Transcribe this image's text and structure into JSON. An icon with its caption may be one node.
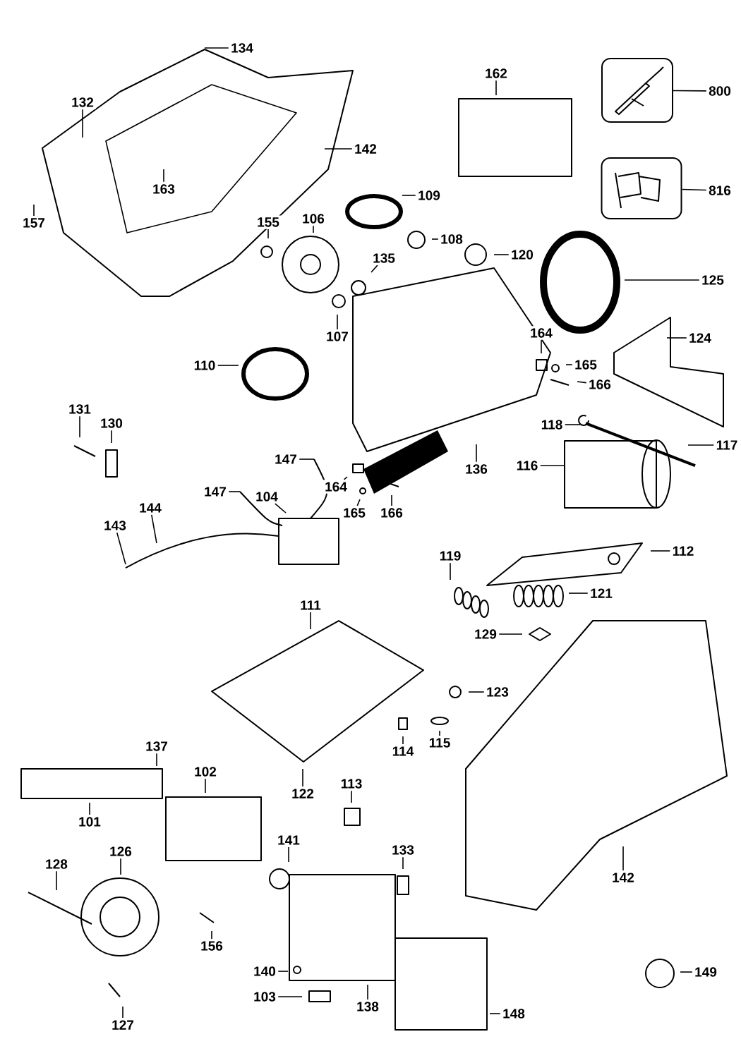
{
  "diagram": {
    "nodes": [
      {
        "text": [
          "134"
        ]
      },
      {
        "text": [
          "132"
        ]
      },
      {
        "text": [
          "162"
        ]
      },
      {
        "text": [
          "800"
        ]
      },
      {
        "text": [],
        "shape": "picture"
      },
      {
        "text": [
          "142"
        ]
      },
      {
        "text": [
          "816"
        ]
      },
      {
        "text": [],
        "shape": "picture"
      },
      {
        "text": [
          "163"
        ]
      },
      {
        "text": [
          "109"
        ]
      },
      {
        "text": [
          "157"
        ]
      },
      {
        "text": [
          "106"
        ]
      },
      {
        "text": [
          "155"
        ]
      },
      {
        "text": [
          "108"
        ]
      },
      {
        "text": [
          "120"
        ]
      },
      {
        "text": [
          "135"
        ]
      },
      {
        "text": [
          "125"
        ]
      },
      {
        "text": [
          "107"
        ]
      },
      {
        "text": [
          "164"
        ]
      },
      {
        "text": [
          "124"
        ]
      },
      {
        "text": [
          "165"
        ]
      },
      {
        "text": [
          "110"
        ]
      },
      {
        "text": [
          "166"
        ]
      },
      {
        "text": [
          "131"
        ]
      },
      {
        "text": [
          "130"
        ]
      },
      {
        "text": [
          "118"
        ]
      },
      {
        "text": [
          "117"
        ]
      },
      {
        "text": [
          "147"
        ]
      },
      {
        "text": [
          "136"
        ]
      },
      {
        "text": [
          "116"
        ]
      },
      {
        "text": [
          "164"
        ]
      },
      {
        "text": [
          "147"
        ]
      },
      {
        "text": [
          "104"
        ]
      },
      {
        "text": [
          "143"
        ]
      },
      {
        "text": [
          "144"
        ]
      },
      {
        "text": [
          "165"
        ]
      },
      {
        "text": [
          "166"
        ]
      },
      {
        "text": [
          "112"
        ]
      },
      {
        "text": [
          "119"
        ]
      },
      {
        "text": [
          "121"
        ]
      },
      {
        "text": [
          "111"
        ]
      },
      {
        "text": [
          "129"
        ]
      },
      {
        "text": [
          "123"
        ]
      },
      {
        "text": [
          "115"
        ]
      },
      {
        "text": [
          "137"
        ]
      },
      {
        "text": [
          "114"
        ]
      },
      {
        "text": [
          "102"
        ]
      },
      {
        "text": [
          "113"
        ]
      },
      {
        "text": [
          "122"
        ]
      },
      {
        "text": [
          "101"
        ]
      },
      {
        "text": [
          "141"
        ]
      },
      {
        "text": [
          "133"
        ]
      },
      {
        "text": [
          "126"
        ]
      },
      {
        "text": [
          "128"
        ]
      },
      {
        "text": [
          "142"
        ]
      },
      {
        "text": [
          "156"
        ]
      },
      {
        "text": [
          "140"
        ]
      },
      {
        "text": [
          "149"
        ]
      },
      {
        "text": [
          "103"
        ]
      },
      {
        "text": [
          "138"
        ]
      },
      {
        "text": [
          "148"
        ]
      },
      {
        "text": [
          "127"
        ]
      }
    ],
    "edges": [
      {
        "from": 0,
        "to": null,
        "arrow": "none"
      },
      {
        "from": 1,
        "to": null,
        "arrow": "none"
      },
      {
        "from": 2,
        "to": null,
        "arrow": "none"
      },
      {
        "from": 3,
        "to": 4,
        "arrow": "none"
      },
      {
        "from": 5,
        "to": null,
        "arrow": "none"
      },
      {
        "from": 6,
        "to": 7,
        "arrow": "none"
      },
      {
        "from": 8,
        "to": null,
        "arrow": "none"
      },
      {
        "from": 9,
        "to": null,
        "arrow": "none"
      },
      {
        "from": 10,
        "to": null,
        "arrow": "none"
      },
      {
        "from": 11,
        "to": null,
        "arrow": "none"
      },
      {
        "from": 12,
        "to": null,
        "arrow": "none"
      },
      {
        "from": 13,
        "to": null,
        "arrow": "none"
      },
      {
        "from": 14,
        "to": null,
        "arrow": "none"
      },
      {
        "from": 15,
        "to": null,
        "arrow": "none"
      },
      {
        "from": 16,
        "to": null,
        "arrow": "none"
      },
      {
        "from": 17,
        "to": null,
        "arrow": "none"
      },
      {
        "from": 18,
        "to": null,
        "arrow": "none"
      },
      {
        "from": 19,
        "to": null,
        "arrow": "none"
      },
      {
        "from": 20,
        "to": null,
        "arrow": "none"
      },
      {
        "from": 21,
        "to": null,
        "arrow": "none"
      },
      {
        "from": 22,
        "to": null,
        "arrow": "none"
      },
      {
        "from": 23,
        "to": null,
        "arrow": "none"
      },
      {
        "from": 24,
        "to": null,
        "arrow": "none"
      },
      {
        "from": 25,
        "to": null,
        "arrow": "none"
      },
      {
        "from": 26,
        "to": null,
        "arrow": "none"
      },
      {
        "from": 27,
        "to": null,
        "arrow": "none"
      },
      {
        "from": 28,
        "to": null,
        "arrow": "none"
      },
      {
        "from": 29,
        "to": null,
        "arrow": "none"
      },
      {
        "from": 30,
        "to": null,
        "arrow": "none"
      },
      {
        "from": 31,
        "to": null,
        "arrow": "none"
      },
      {
        "from": 32,
        "to": null,
        "arrow": "none"
      },
      {
        "from": 33,
        "to": null,
        "arrow": "none"
      },
      {
        "from": 34,
        "to": null,
        "arrow": "none"
      },
      {
        "from": 35,
        "to": null,
        "arrow": "none"
      },
      {
        "from": 36,
        "to": null,
        "arrow": "none"
      },
      {
        "from": 37,
        "to": null,
        "arrow": "none"
      },
      {
        "from": 38,
        "to": null,
        "arrow": "none"
      },
      {
        "from": 39,
        "to": null,
        "arrow": "none"
      },
      {
        "from": 40,
        "to": null,
        "arrow": "none"
      },
      {
        "from": 41,
        "to": null,
        "arrow": "none"
      },
      {
        "from": 42,
        "to": null,
        "arrow": "none"
      },
      {
        "from": 43,
        "to": null,
        "arrow": "none"
      },
      {
        "from": 44,
        "to": null,
        "arrow": "none"
      },
      {
        "from": 45,
        "to": null,
        "arrow": "none"
      },
      {
        "from": 46,
        "to": null,
        "arrow": "none"
      },
      {
        "from": 47,
        "to": null,
        "arrow": "none"
      },
      {
        "from": 48,
        "to": null,
        "arrow": "none"
      },
      {
        "from": 49,
        "to": null,
        "arrow": "none"
      },
      {
        "from": 50,
        "to": null,
        "arrow": "none"
      },
      {
        "from": 51,
        "to": null,
        "arrow": "none"
      },
      {
        "from": 52,
        "to": null,
        "arrow": "none"
      },
      {
        "from": 53,
        "to": null,
        "arrow": "none"
      },
      {
        "from": 54,
        "to": null,
        "arrow": "none"
      },
      {
        "from": 55,
        "to": null,
        "arrow": "none"
      },
      {
        "from": 56,
        "to": null,
        "arrow": "none"
      },
      {
        "from": 57,
        "to": null,
        "arrow": "none"
      },
      {
        "from": 58,
        "to": null,
        "arrow": "none"
      },
      {
        "from": 59,
        "to": null,
        "arrow": "none"
      },
      {
        "from": 60,
        "to": null,
        "arrow": "none"
      },
      {
        "from": 61,
        "to": null,
        "arrow": "none"
      }
    ]
  }
}
